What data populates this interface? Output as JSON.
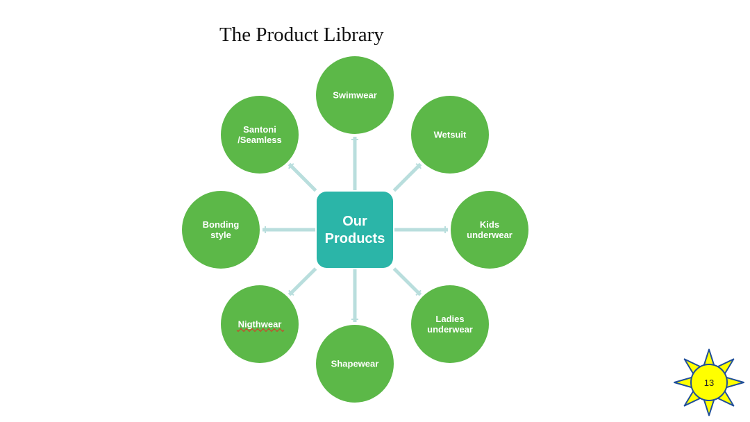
{
  "title": "The Product Library",
  "hub": {
    "lines": [
      "Our",
      "Products"
    ],
    "color": "#2bb5a8"
  },
  "node_color": "#5cb848",
  "connector_color": "#b9dedd",
  "nodes": [
    {
      "id": "swimwear",
      "lines": [
        "Swimwear"
      ]
    },
    {
      "id": "wetsuit",
      "lines": [
        "Wetsuit"
      ]
    },
    {
      "id": "kids-underwear",
      "lines": [
        "Kids",
        "underwear"
      ]
    },
    {
      "id": "ladies-underwear",
      "lines": [
        "Ladies",
        "underwear"
      ]
    },
    {
      "id": "shapewear",
      "lines": [
        "Shapewear"
      ]
    },
    {
      "id": "nigthwear",
      "lines": [
        "Nigthwear"
      ],
      "spellcheck_underline": true
    },
    {
      "id": "bonding-style",
      "lines": [
        "Bonding",
        "style"
      ]
    },
    {
      "id": "santoni-seamless",
      "lines": [
        "Santoni",
        "/Seamless"
      ]
    }
  ],
  "page_badge": {
    "number": "13",
    "fill": "#ffff00",
    "stroke": "#1f4e9a"
  }
}
